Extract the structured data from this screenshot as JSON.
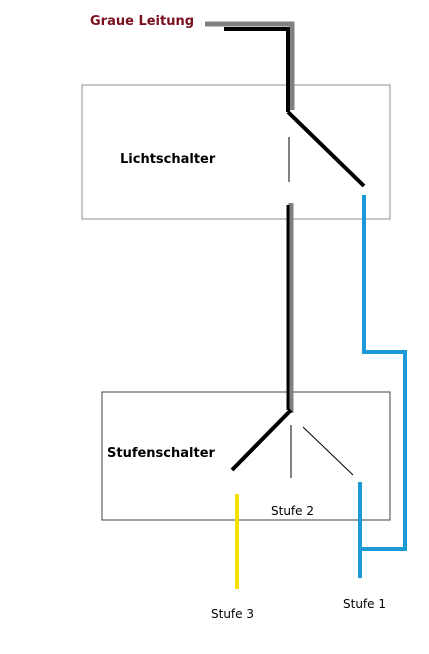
{
  "labels": {
    "graue_leitung": "Graue Leitung",
    "lichtschalter": "Lichtschalter",
    "stufenschalter": "Stufenschalter",
    "stufe_1": "Stufe 1",
    "stufe_2": "Stufe 2",
    "stufe_3": "Stufe 3"
  },
  "colors": {
    "graue_leitung_text": "#7a0f1e",
    "grey_wire": "#808080",
    "black_wire": "#000000",
    "blue_wire": "#1a9ad6",
    "yellow_wire": "#f5e000",
    "box_border": "#909090"
  }
}
